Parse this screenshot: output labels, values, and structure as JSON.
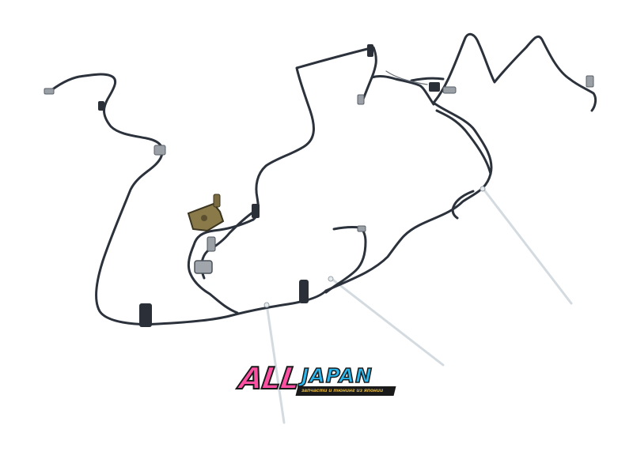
{
  "image": {
    "subject": "automotive brake and fuel line harness with mounting clips",
    "background_color": "#ffffff",
    "line_color": "#2c323c",
    "rod_color": "#d7dde2",
    "bracket_color": "#8a7a4a"
  },
  "logo": {
    "brand_primary": "ALL",
    "brand_secondary": "JAPAN",
    "tagline": "запчасти и тюнинг из японии",
    "colors": {
      "primary": "#ff4fa3",
      "secondary": "#2ab8f0",
      "tagline": "#f4c542",
      "outline": "#1a1a1a"
    }
  }
}
